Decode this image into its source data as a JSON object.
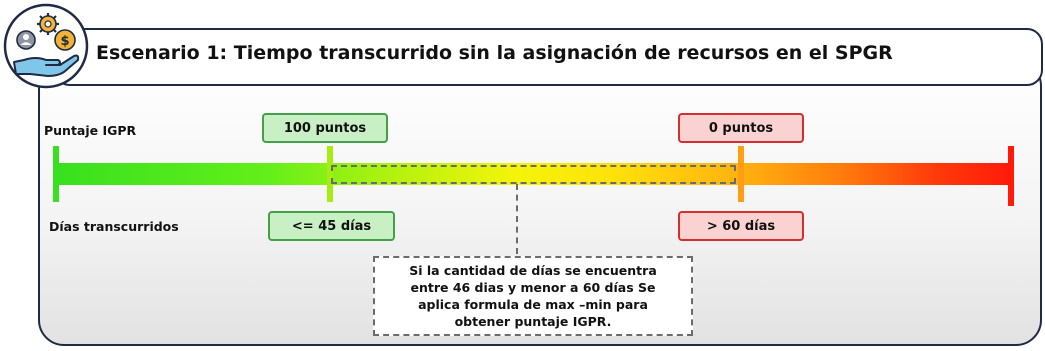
{
  "title": "Escenario 1: Tiempo transcurrido sin la asignación de recursos en el SPGR",
  "labels": {
    "score": "Puntaje IGPR",
    "days": "Días transcurridos"
  },
  "markers": {
    "min_score": "100 puntos",
    "max_score": "0 puntos",
    "min_days": "<= 45 días",
    "max_days": "> 60 días"
  },
  "note": "Si la cantidad de días se encuentra\nentre 46 dias y menor a 60 días Se\naplica formula de max –min para\nobtener puntaje IGPR.",
  "logo": {
    "icons": [
      "gear-icon",
      "person-icon",
      "dollar-coin-icon",
      "hand-icon"
    ],
    "coin_symbol": "$"
  },
  "colors": {
    "green": "#43a047",
    "green_fill": "#c9f0c4",
    "red": "#d32f2f",
    "red_fill": "#fbd2d2",
    "bar_start": "#39e01f",
    "bar_mid": "#f4f40a",
    "bar_end": "#ff1a0a",
    "dash": "#6b6b6b",
    "border": "#1f2a44"
  }
}
